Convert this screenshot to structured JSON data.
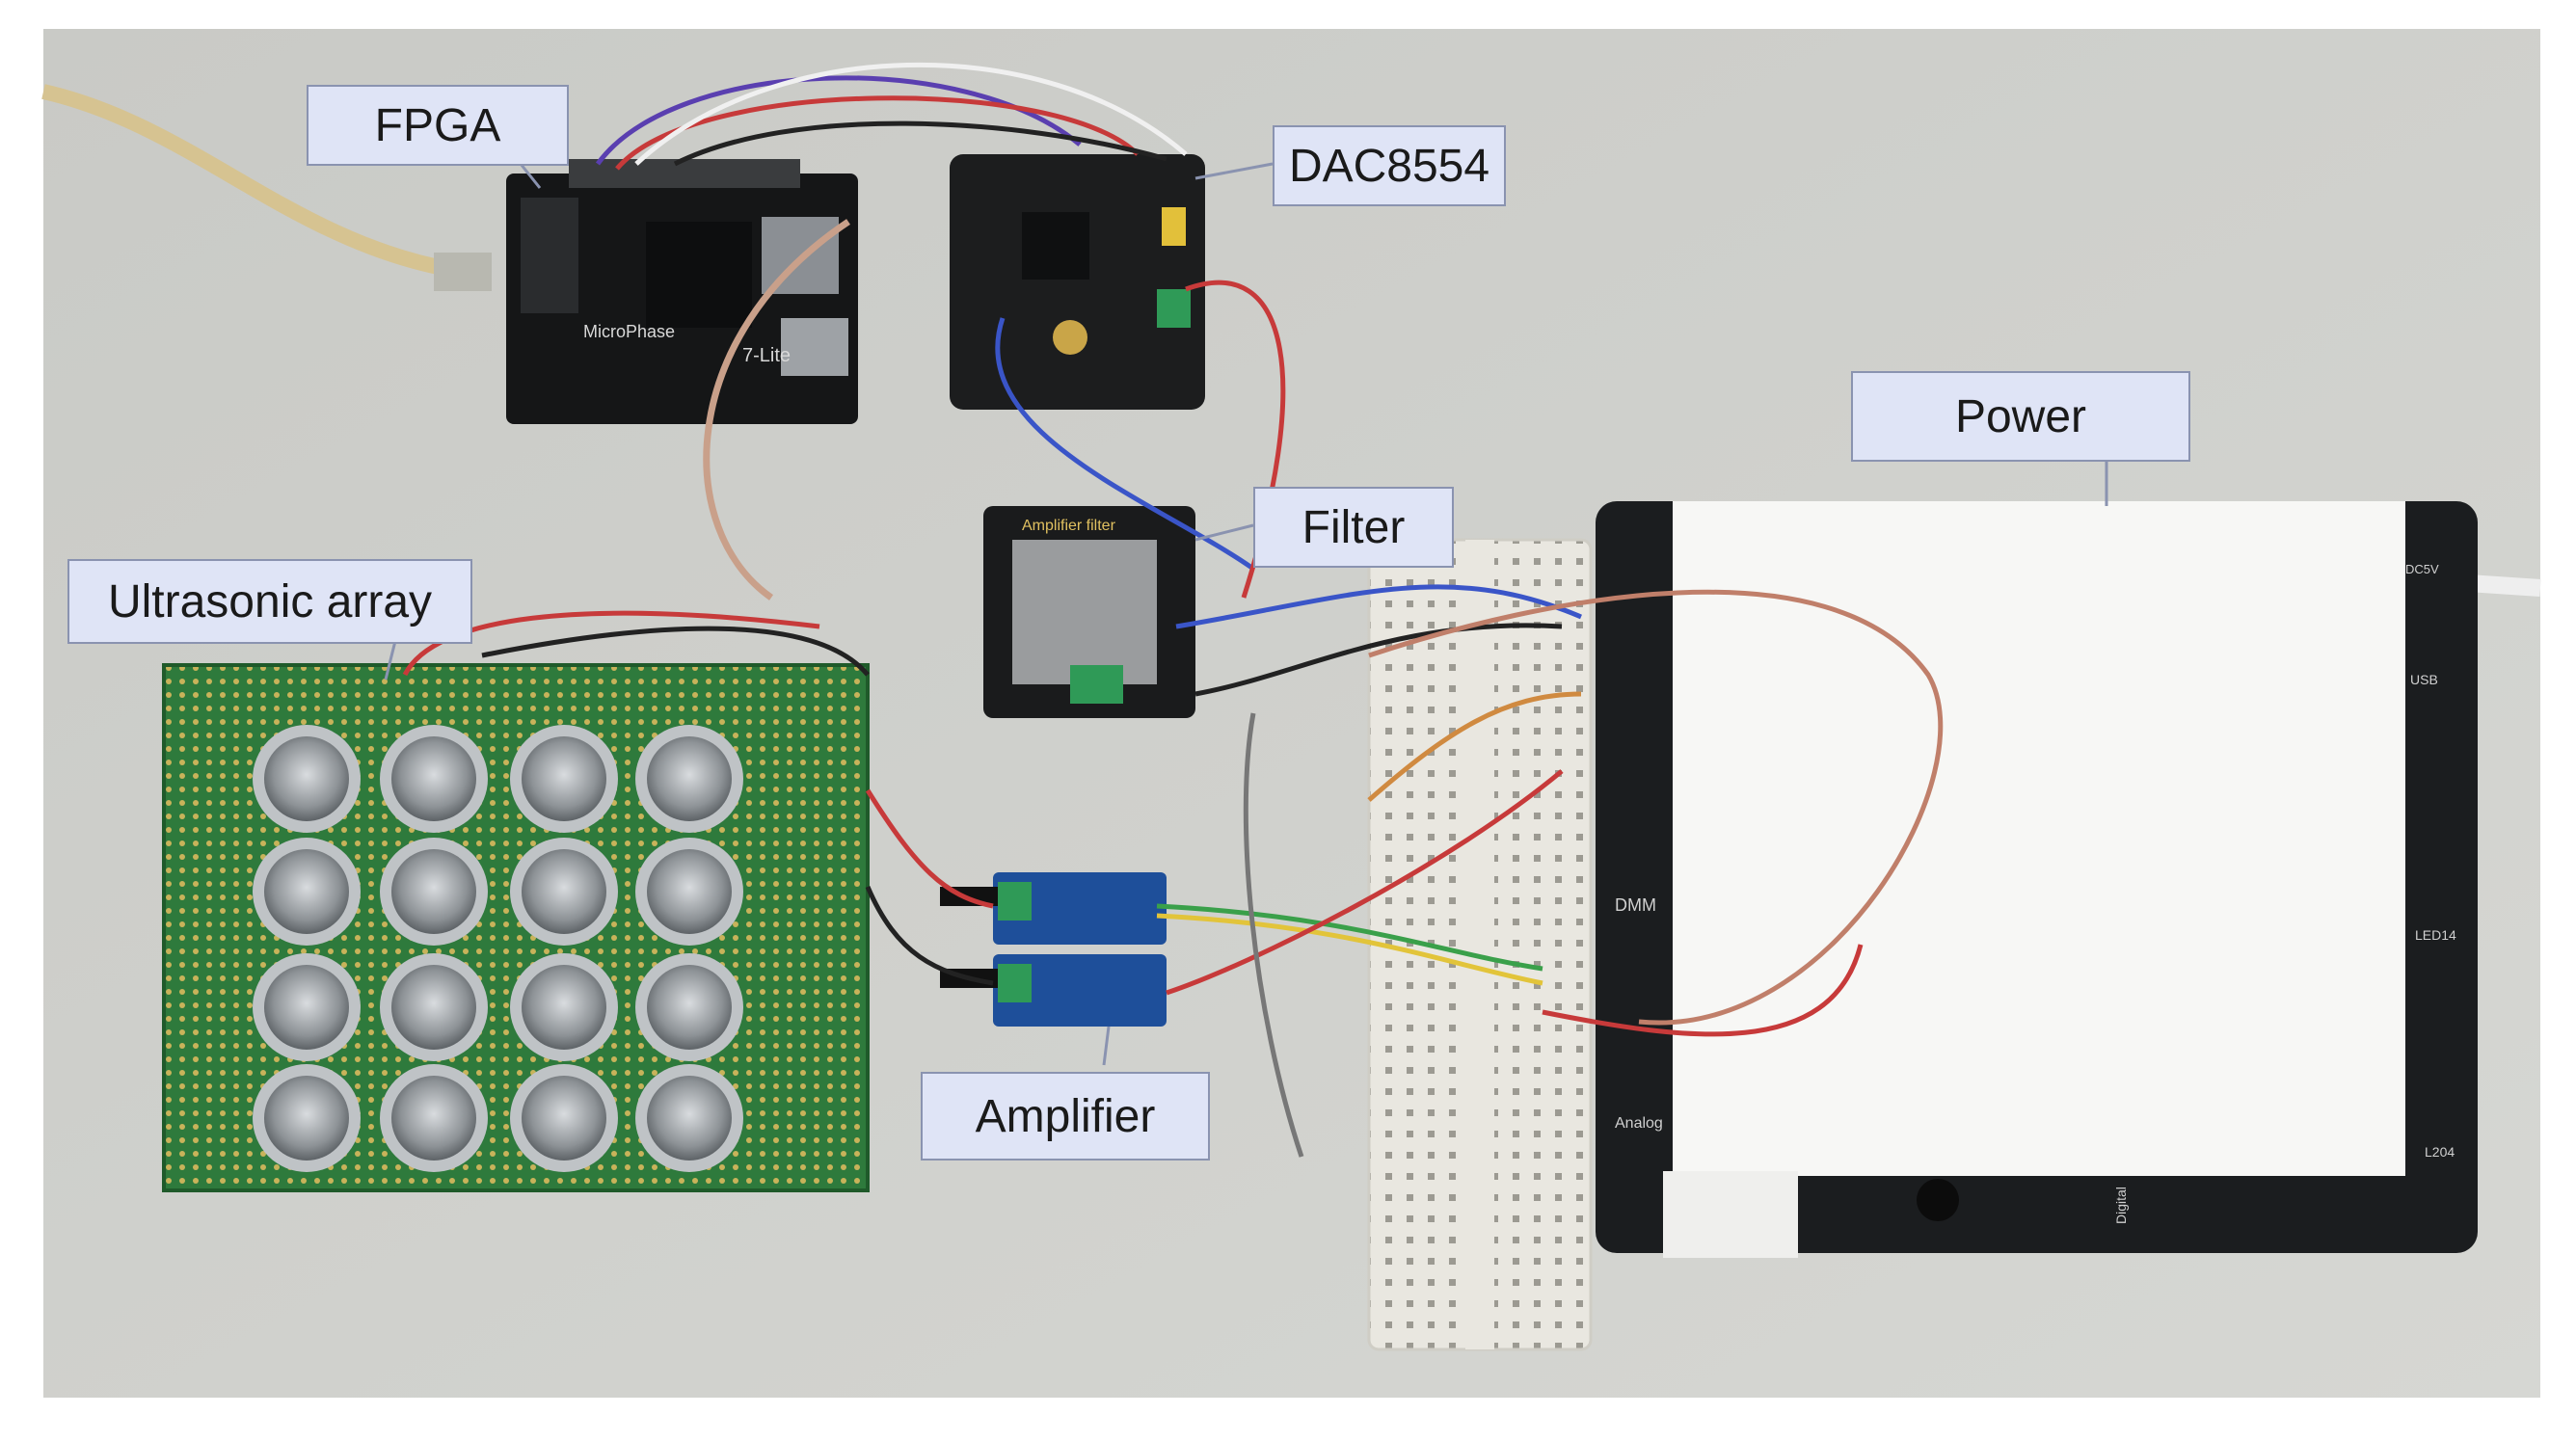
{
  "labels": {
    "fpga": "FPGA",
    "dac": "DAC8554",
    "power": "Power",
    "filter": "Filter",
    "ultrasonic_array": "Ultrasonic array",
    "amplifier": "Amplifier"
  },
  "board_markings": {
    "fpga_brand": "MicroPhase",
    "fpga_model": "7-Lite",
    "filter_title": "Amplifier filter",
    "dmm": "DMM",
    "analog": "Analog",
    "led14": "LED14",
    "usb": "USB",
    "dc5v": "DC5V",
    "l204": "L204",
    "digital": "Digital"
  },
  "colors": {
    "table": "#cfd0cc",
    "pcb_green": "#2e7a3c",
    "board_black": "#1b1d1f",
    "callout_fill": "#dfe4f6",
    "callout_border": "#8a93b0",
    "paper": "#f7f7f5",
    "breadboard": "#e9e7e0"
  },
  "icons": [
    "usb-cable-icon",
    "transducer-icon",
    "coax-cable-icon",
    "jumper-wire-icon"
  ]
}
